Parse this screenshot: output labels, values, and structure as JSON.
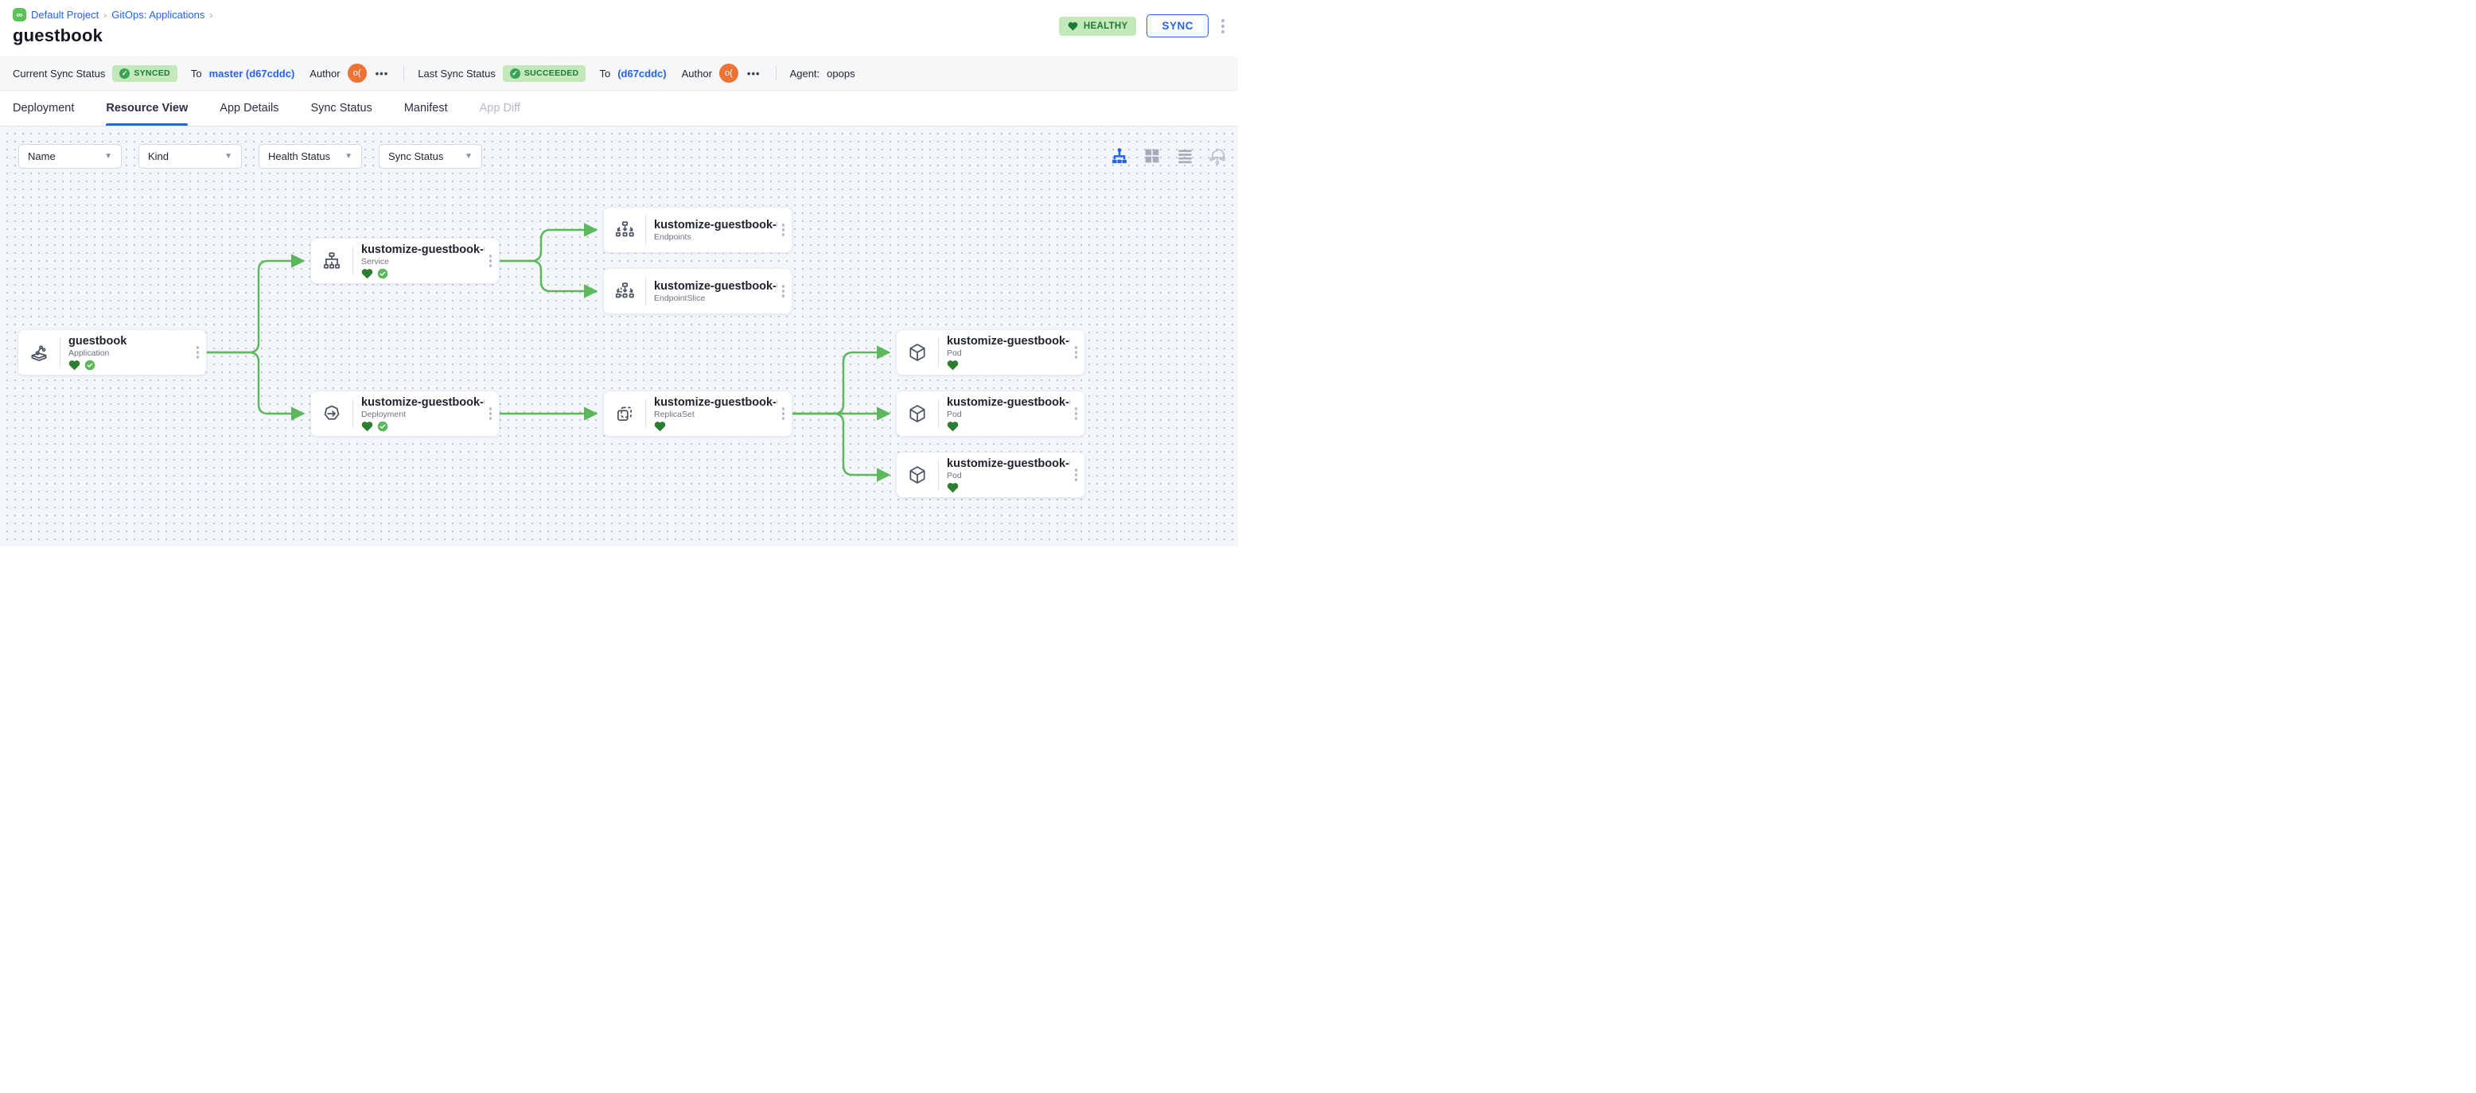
{
  "breadcrumb": {
    "project": "Default Project",
    "section": "GitOps: Applications",
    "separator": "›"
  },
  "page": {
    "title": "guestbook"
  },
  "header": {
    "health_badge": "HEALTHY",
    "sync_button": "SYNC"
  },
  "status_bar": {
    "current": {
      "label": "Current Sync Status",
      "badge": "SYNCED",
      "to_label": "To",
      "target": "master (d67cddc)",
      "author_label": "Author",
      "author_initials": "o(",
      "more": "•••"
    },
    "last": {
      "label": "Last Sync Status",
      "badge": "SUCCEEDED",
      "to_label": "To",
      "target": "(d67cddc)",
      "author_label": "Author",
      "author_initials": "o(",
      "more": "•••"
    },
    "agent": {
      "label": "Agent:",
      "value": "opops"
    }
  },
  "tabs": [
    {
      "label": "Deployment"
    },
    {
      "label": "Resource View"
    },
    {
      "label": "App Details"
    },
    {
      "label": "Sync Status"
    },
    {
      "label": "Manifest"
    },
    {
      "label": "App Diff"
    }
  ],
  "filters": [
    {
      "label": "Name"
    },
    {
      "label": "Kind"
    },
    {
      "label": "Health Status"
    },
    {
      "label": "Sync Status"
    }
  ],
  "view_toggles": [
    {
      "name": "tree-view",
      "active": true
    },
    {
      "name": "grid-view",
      "active": false
    },
    {
      "name": "list-view",
      "active": false
    },
    {
      "name": "cluster-view",
      "active": false
    }
  ],
  "nodes": [
    {
      "title": "guestbook",
      "kind": "Application",
      "healthy": true,
      "synced": true
    },
    {
      "title": "kustomize-guestbook-ui",
      "kind": "Service",
      "healthy": true,
      "synced": true
    },
    {
      "title": "kustomize-guestbook-ui",
      "kind": "Endpoints",
      "healthy": false,
      "synced": false
    },
    {
      "title": "kustomize-guestbook-ui-...",
      "kind": "EndpointSlice",
      "healthy": false,
      "synced": false
    },
    {
      "title": "kustomize-guestbook-ui",
      "kind": "Deployment",
      "healthy": true,
      "synced": true
    },
    {
      "title": "kustomize-guestbook-ui-...",
      "kind": "ReplicaSet",
      "healthy": true,
      "synced": false
    },
    {
      "title": "kustomize-guestbook-ui-...",
      "kind": "Pod",
      "healthy": true,
      "synced": false
    },
    {
      "title": "kustomize-guestbook-ui-...",
      "kind": "Pod",
      "healthy": true,
      "synced": false
    },
    {
      "title": "kustomize-guestbook-ui-...",
      "kind": "Pod",
      "healthy": true,
      "synced": false
    }
  ],
  "colors": {
    "accent_blue": "#2563eb",
    "edge_green": "#5cb85c",
    "badge_bg": "#c3e8ba",
    "badge_text": "#1d7a33",
    "healthy_heart": "#2e7d32",
    "avatar_orange": "#ee7234",
    "canvas_bg": "#f3f7fa"
  }
}
